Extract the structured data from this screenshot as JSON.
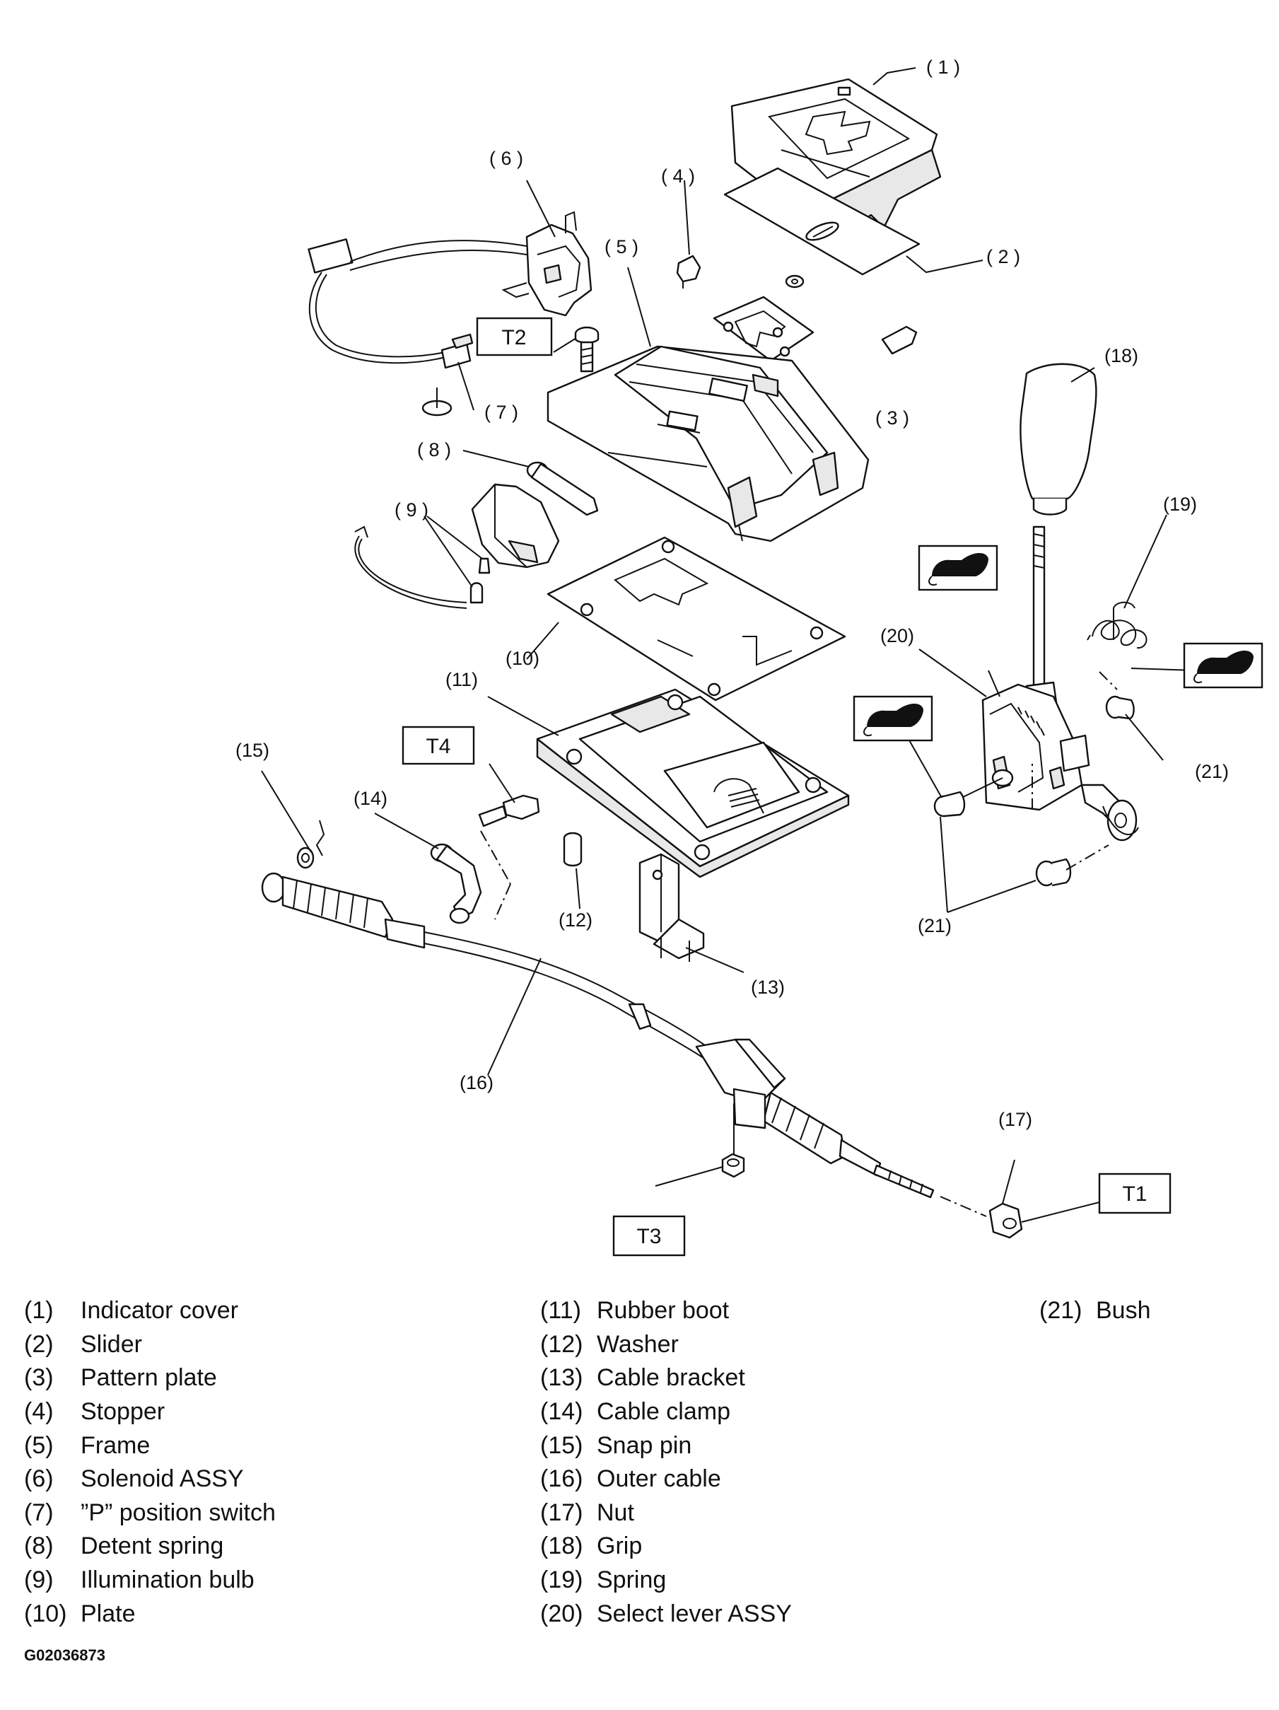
{
  "callouts": {
    "c1": "( 1 )",
    "c2": "( 2 )",
    "c3": "( 3 )",
    "c4": "( 4 )",
    "c5": "( 5 )",
    "c6": "( 6 )",
    "c7": "( 7 )",
    "c8": "( 8 )",
    "c9": "( 9 )",
    "c10": "(10)",
    "c11": "(11)",
    "c12": "(12)",
    "c13": "(13)",
    "c14": "(14)",
    "c15": "(15)",
    "c16": "(16)",
    "c17": "(17)",
    "c18": "(18)",
    "c19": "(19)",
    "c20": "(20)",
    "c21a": "(21)",
    "c21b": "(21)"
  },
  "torque_labels": {
    "t1": "T1",
    "t2": "T2",
    "t3": "T3",
    "t4": "T4"
  },
  "legend": {
    "col1": [
      {
        "num": "(1)",
        "name": "Indicator cover"
      },
      {
        "num": "(2)",
        "name": "Slider"
      },
      {
        "num": "(3)",
        "name": "Pattern plate"
      },
      {
        "num": "(4)",
        "name": "Stopper"
      },
      {
        "num": "(5)",
        "name": "Frame"
      },
      {
        "num": "(6)",
        "name": "Solenoid ASSY"
      },
      {
        "num": "(7)",
        "name": "”P” position switch"
      },
      {
        "num": "(8)",
        "name": "Detent spring"
      },
      {
        "num": "(9)",
        "name": "Illumination bulb"
      },
      {
        "num": "(10)",
        "name": "Plate"
      }
    ],
    "col2": [
      {
        "num": "(11)",
        "name": "Rubber boot"
      },
      {
        "num": "(12)",
        "name": "Washer"
      },
      {
        "num": "(13)",
        "name": "Cable bracket"
      },
      {
        "num": "(14)",
        "name": "Cable clamp"
      },
      {
        "num": "(15)",
        "name": "Snap pin"
      },
      {
        "num": "(16)",
        "name": "Outer cable"
      },
      {
        "num": "(17)",
        "name": "Nut"
      },
      {
        "num": "(18)",
        "name": "Grip"
      },
      {
        "num": "(19)",
        "name": "Spring"
      },
      {
        "num": "(20)",
        "name": "Select lever ASSY"
      }
    ],
    "col3": [
      {
        "num": "(21)",
        "name": "Bush"
      }
    ]
  },
  "figure_id": "G02036873"
}
